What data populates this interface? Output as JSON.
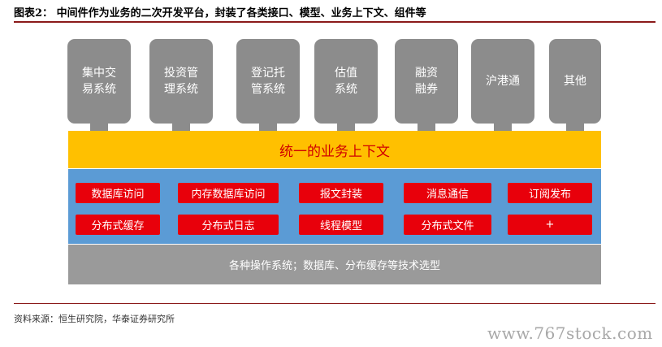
{
  "title": "图表2：  中间件作为业务的二次开发平台，封装了各类接口、模型、业务上下文、组件等",
  "modules": [
    "集中交\n易系统",
    "投资管\n理系统",
    "登记托\n管系统",
    "估值\n系统",
    "融资\n融券",
    "沪港通",
    "其他"
  ],
  "context_bar": "统一的业务上下文",
  "middleware_rows": [
    [
      "数据库访问",
      "内存数据库访问",
      "报文封装",
      "消息通信",
      "订阅发布"
    ],
    [
      "分布式缓存",
      "分布式日志",
      "线程模型",
      "分布式文件",
      "+"
    ]
  ],
  "base_layer": "各种操作系统；数据库、分布缓存等技术选型",
  "source": "资料来源：恒生研究院，华泰证券研究所",
  "watermark": "www.767stock.com",
  "colors": {
    "module": "#8c8c8c",
    "context_bar": "#ffc000",
    "context_text": "#d00000",
    "middleware_panel": "#5b9bd5",
    "middleware_chip": "#e8000b",
    "base": "#9a9a9a",
    "rule": "#8b1a1a"
  }
}
